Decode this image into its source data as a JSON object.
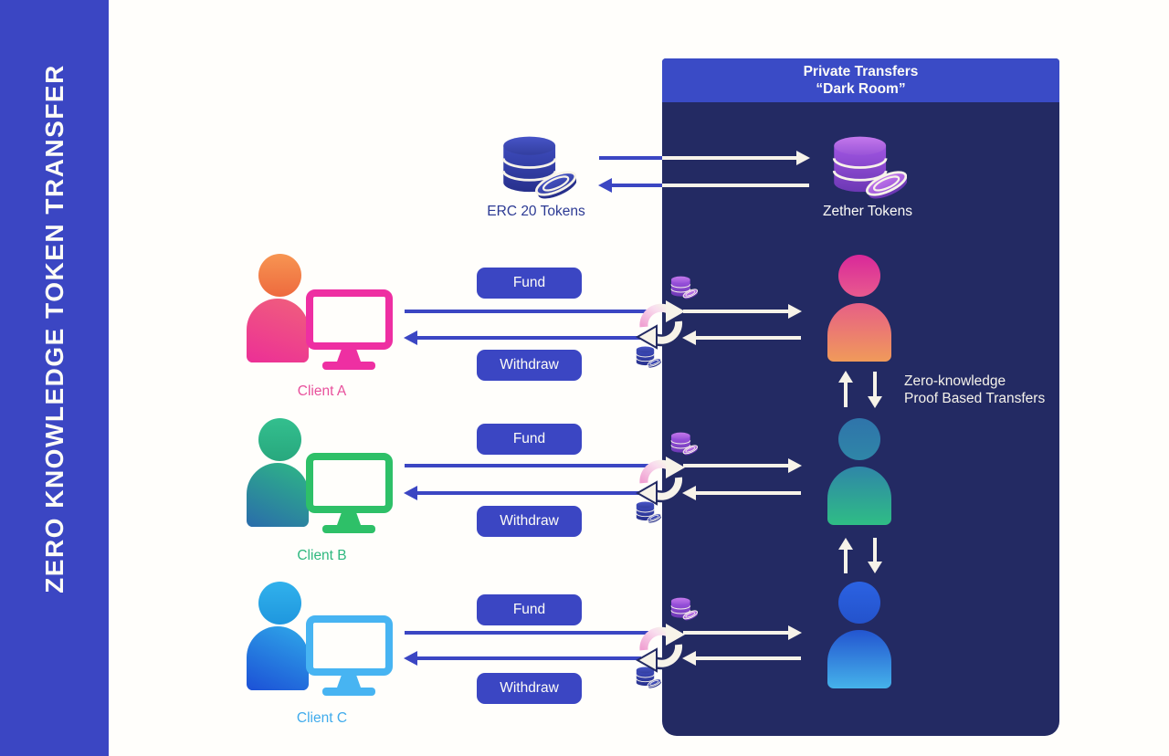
{
  "sidebar": {
    "title": "ZERO KNOWLEDGE TOKEN TRANSFER"
  },
  "panel": {
    "title_line1": "Private Transfers",
    "title_line2": "“Dark Room”",
    "note_line1": "Zero-knowledge",
    "note_line2": "Proof Based Transfers"
  },
  "tokens": {
    "erc": {
      "label": "ERC 20 Tokens",
      "icon": "coin-stack-icon"
    },
    "zether": {
      "label": "Zether Tokens",
      "icon": "coin-stack-icon"
    }
  },
  "actions": {
    "fund": "Fund",
    "withdraw": "Withdraw"
  },
  "clients": [
    {
      "label": "Client A",
      "color": "#e8509c",
      "icon": "person-at-computer-icon"
    },
    {
      "label": "Client B",
      "color": "#2eb87f",
      "icon": "person-at-computer-icon"
    },
    {
      "label": "Client C",
      "color": "#3fabec",
      "icon": "person-at-computer-icon"
    }
  ],
  "icons": {
    "exchange": "cycle-arrows-icon",
    "account": "person-icon",
    "transfer_up": "arrow-up-icon",
    "transfer_down": "arrow-down-icon",
    "small_tokens_private": "purple-coins-icon",
    "small_tokens_public": "blue-coins-icon"
  },
  "colors": {
    "accent": "#3b46c3",
    "header_blue": "#3a4bc6",
    "panel_navy": "#232a63",
    "cream": "#f7f3e9",
    "erc_label": "#2c3a94",
    "client_a": "#e8509c",
    "client_b": "#2eb87f",
    "client_c": "#3fabec"
  }
}
